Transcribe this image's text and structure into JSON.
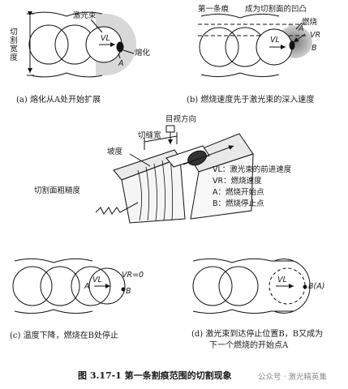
{
  "panel_a": {
    "label_laser": "激光束",
    "label_kerf_width": "切割宽度",
    "label_melt": "熔化",
    "label_point_a": "A",
    "label_vl": "VL",
    "caption": "(a) 熔化从A处开始扩展"
  },
  "panel_b": {
    "label_first_mark": "第一条痕",
    "label_bump": "成为切割面的凹凸",
    "label_burn": "燃烧",
    "label_vr": "VR",
    "label_point_a": "A",
    "label_point_b": "B",
    "label_vl": "VL",
    "caption": "(b) 燃烧速度先于激光束的深入速度"
  },
  "middle": {
    "label_kerf": "切缝宽",
    "label_view_dir": "目视方向",
    "label_slope": "坡度",
    "label_roughness": "切割面粗糙度",
    "legend": [
      "VL：激光束的前进速度",
      "VR：燃烧速度",
      "A：燃烧开始点",
      "B：燃烧停止点"
    ]
  },
  "panel_c": {
    "label_vr0": "VR=0",
    "label_point_a": "A",
    "label_point_b": "B",
    "label_vl": "VL",
    "caption": "(c) 温度下降，燃烧在B处停止"
  },
  "panel_d": {
    "label_ba": "B(A)",
    "label_vl": "VL",
    "caption_line1": "(d) 激光束到达停止位置B，B又成为",
    "caption_line2": "下一个燃烧的开始点A"
  },
  "figure_caption": "图 3.17-1    第一条割痕范围的切割现象",
  "watermark": "公众号 · 激光精英集"
}
